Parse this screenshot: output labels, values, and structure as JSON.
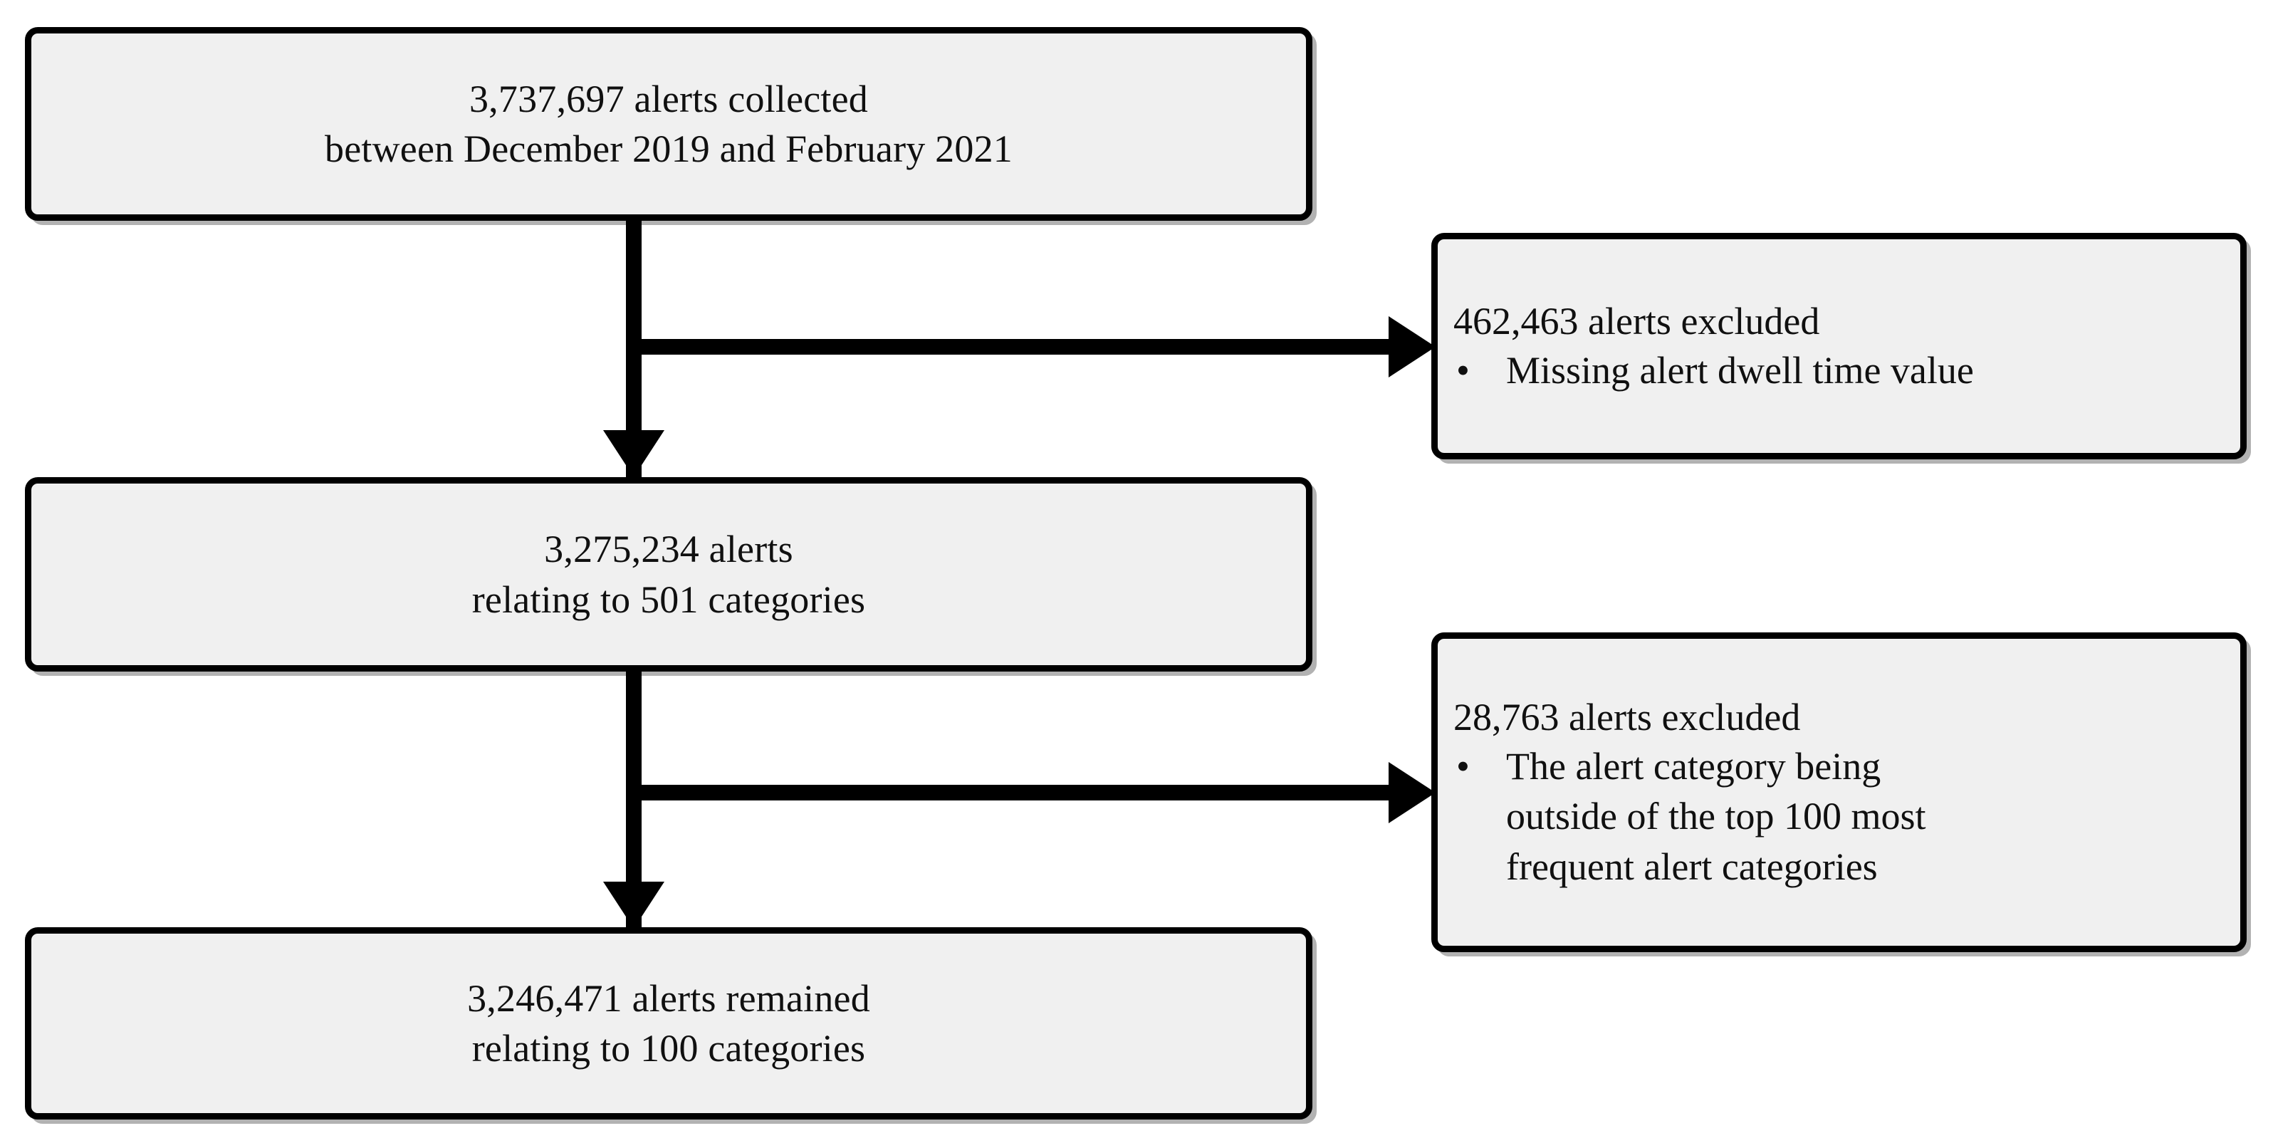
{
  "diagram": {
    "type": "flowchart",
    "title": "Alert inclusion/exclusion flow diagram",
    "colors": {
      "box_fill": "#f0f0f0",
      "box_border": "#000000",
      "text": "#101010",
      "background": "#ffffff"
    },
    "nodes": {
      "collected": {
        "lines": [
          "3,737,697 alerts collected",
          "between December 2019 and February 2021"
        ]
      },
      "categories": {
        "lines": [
          "3,275,234 alerts",
          "relating to 501 categories"
        ]
      },
      "remained": {
        "lines": [
          "3,246,471 alerts remained",
          "relating to 100 categories"
        ]
      },
      "excluded_1": {
        "heading": "462,463 alerts excluded",
        "bullet_glyph": "•",
        "items": [
          "Missing alert dwell time value"
        ]
      },
      "excluded_2": {
        "heading": "28,763 alerts excluded",
        "bullet_glyph": "•",
        "items": [
          "The alert category being outside of the top 100 most frequent alert categories"
        ],
        "item_lines": [
          "The alert category being",
          "outside of the top 100 most",
          "frequent alert categories"
        ]
      }
    },
    "edges": [
      {
        "from": "collected",
        "to": "categories",
        "direction": "down"
      },
      {
        "from": "collected",
        "to": "excluded_1",
        "direction": "right"
      },
      {
        "from": "categories",
        "to": "remained",
        "direction": "down"
      },
      {
        "from": "categories",
        "to": "excluded_2",
        "direction": "right"
      }
    ]
  }
}
